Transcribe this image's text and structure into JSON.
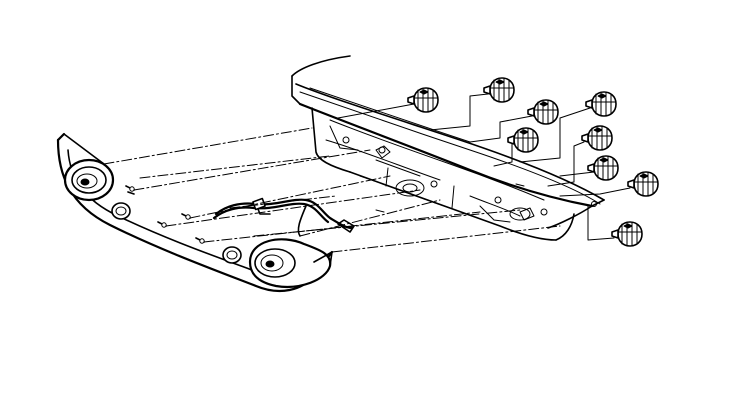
{
  "diagram": {
    "title": "",
    "colors": {
      "ink": "#000000",
      "paper": "#ffffff"
    },
    "parts": [
      {
        "name": "rear-lamp-panel",
        "icon": "tail-lamp-panel-icon"
      },
      {
        "name": "trunk-lid",
        "icon": "trunk-lid-icon"
      },
      {
        "name": "wiring-harness",
        "icon": "wire-harness-icon"
      },
      {
        "name": "push-in-retainer",
        "icon": "retainer-nut-icon",
        "count": 9
      }
    ]
  }
}
